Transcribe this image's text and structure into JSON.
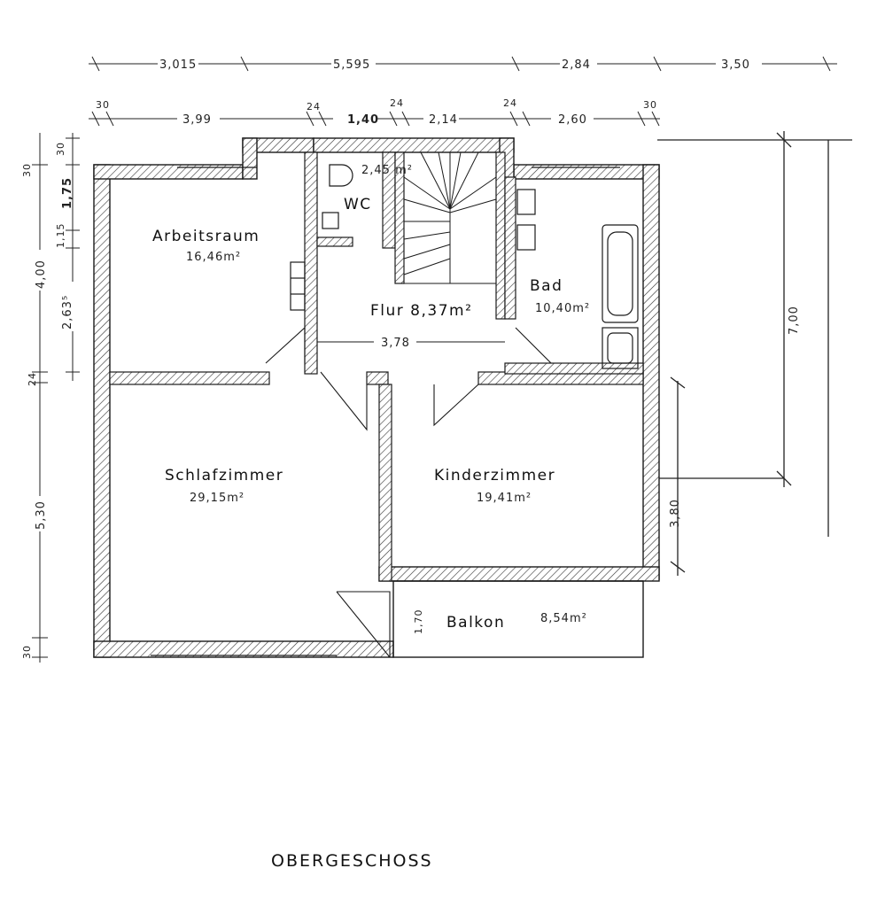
{
  "plan_title": "OBERGESCHOSS",
  "rooms": {
    "arbeitsraum": {
      "name": "Arbeitsraum",
      "area": "16,46m²"
    },
    "wc": {
      "name": "WC",
      "area": "2,45 m²"
    },
    "flur": {
      "name": "Flur 8,37m²"
    },
    "bad": {
      "name": "Bad",
      "area": "10,40m²"
    },
    "schlafzimmer": {
      "name": "Schlafzimmer",
      "area": "29,15m²"
    },
    "kinderzimmer": {
      "name": "Kinderzimmer",
      "area": "19,41m²"
    },
    "balkon": {
      "name": "Balkon",
      "area": "8,54m²"
    }
  },
  "dimensions": {
    "top_outer": [
      "3,015",
      "5,595",
      "2,84",
      "3,50"
    ],
    "top_inner": [
      "30",
      "3,99",
      "24",
      "1,40",
      "24",
      "2,14",
      "24",
      "2,60",
      "30"
    ],
    "left": [
      "30",
      "30",
      "1,75",
      "1,15",
      "4,00",
      "2,63⁵",
      "24",
      "5,30",
      "30"
    ],
    "flur_width": "3,78",
    "right_terrace": "7,00",
    "right_kinder": "3,80",
    "balkon_depth": "1,70"
  },
  "colors": {
    "line": "#1a1a1a",
    "hatch": "#333333",
    "background": "#ffffff"
  }
}
